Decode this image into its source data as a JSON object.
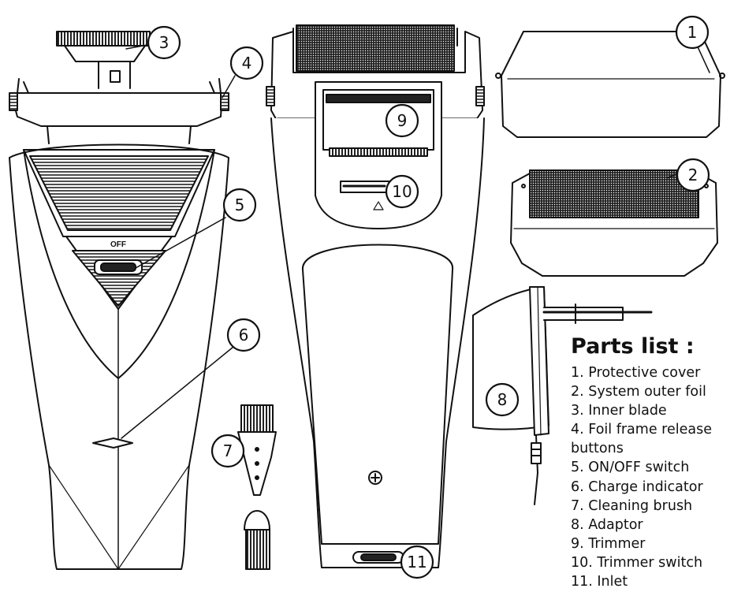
{
  "off_label": "OFF",
  "parts_title": "Parts list :",
  "parts": [
    "1. Protective cover",
    "2. System outer foil",
    "3. Inner blade",
    "4. Foil frame release",
    "buttons",
    "5. ON/OFF switch",
    "6. Charge indicator",
    "7. Cleaning brush",
    "8. Adaptor",
    "9. Trimmer",
    "10. Trimmer switch",
    "11. Inlet"
  ],
  "callouts": [
    "1",
    "2",
    "3",
    "4",
    "5",
    "6",
    "7",
    "8",
    "9",
    "10",
    "11"
  ]
}
